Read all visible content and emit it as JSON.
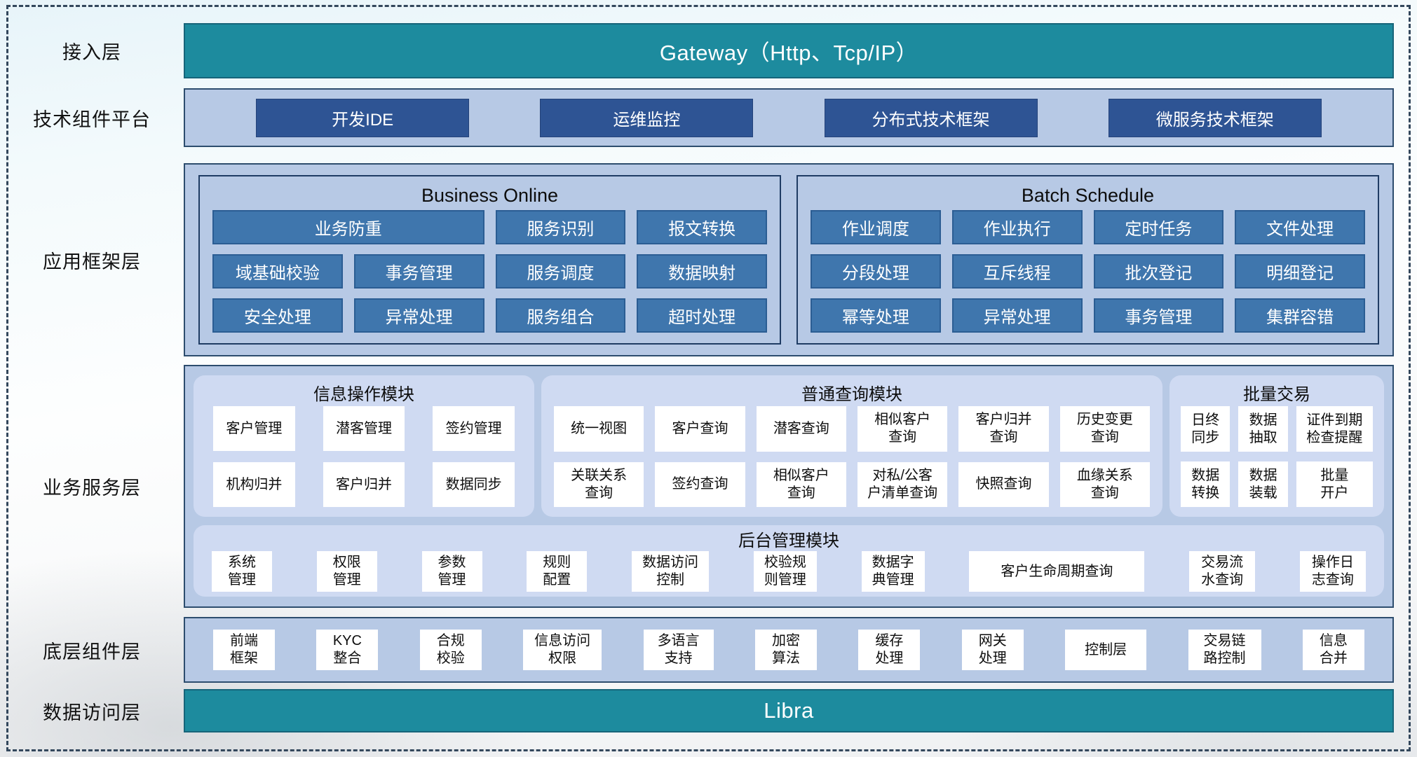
{
  "colors": {
    "teal": "#1d8b9e",
    "container_blue": "#b7c9e5",
    "container_border": "#2d4d6e",
    "tech_button": "#2e5494",
    "framework_button": "#3f76ad",
    "soft_panel": "#cfdaf2",
    "white_button": "#ffffff"
  },
  "access": {
    "label": "接入层",
    "gateway": "Gateway（Http、Tcp/IP）"
  },
  "tech": {
    "label": "技术组件平台",
    "items": [
      "开发IDE",
      "运维监控",
      "分布式技术框架",
      "微服务技术框架"
    ]
  },
  "framework": {
    "label": "应用框架层",
    "bo": {
      "title": "Business Online",
      "r1": [
        "业务防重",
        "服务识别",
        "报文转换"
      ],
      "r2": [
        "域基础校验",
        "事务管理",
        "服务调度",
        "数据映射"
      ],
      "r3": [
        "安全处理",
        "异常处理",
        "服务组合",
        "超时处理"
      ]
    },
    "bs": {
      "title": "Batch Schedule",
      "r1": [
        "作业调度",
        "作业执行",
        "定时任务",
        "文件处理"
      ],
      "r2": [
        "分段处理",
        "互斥线程",
        "批次登记",
        "明细登记"
      ],
      "r3": [
        "幂等处理",
        "异常处理",
        "事务管理",
        "集群容错"
      ]
    }
  },
  "service": {
    "label": "业务服务层",
    "info": {
      "title": "信息操作模块",
      "r1": [
        "客户管理",
        "潜客管理",
        "签约管理"
      ],
      "r2": [
        "机构归并",
        "客户归并",
        "数据同步"
      ]
    },
    "query": {
      "title": "普通查询模块",
      "r1": [
        "统一视图",
        "客户查询",
        "潜客查询",
        "相似客户\n查询",
        "客户归并\n查询",
        "历史变更\n查询"
      ],
      "r2": [
        "关联关系\n查询",
        "签约查询",
        "相似客户\n查询",
        "对私/公客\n户清单查询",
        "快照查询",
        "血缘关系\n查询"
      ]
    },
    "batch": {
      "title": "批量交易",
      "r1": [
        "日终\n同步",
        "数据\n抽取",
        "证件到期\n检查提醒"
      ],
      "r2": [
        "数据\n转换",
        "数据\n装载",
        "批量\n开户"
      ]
    },
    "admin": {
      "title": "后台管理模块",
      "items": [
        "系统\n管理",
        "权限\n管理",
        "参数\n管理",
        "规则\n配置",
        "数据访问\n控制",
        "校验规\n则管理",
        "数据字\n典管理",
        "客户生命周期查询",
        "交易流\n水查询",
        "操作日\n志查询"
      ]
    }
  },
  "bottom": {
    "label": "底层组件层",
    "items": [
      "前端\n框架",
      "KYC\n整合",
      "合规\n校验",
      "信息访问\n权限",
      "多语言\n支持",
      "加密\n算法",
      "缓存\n处理",
      "网关\n处理",
      "控制层",
      "交易链\n路控制",
      "信息\n合并"
    ]
  },
  "data_access": {
    "label": "数据访问层",
    "bar": "Libra"
  }
}
